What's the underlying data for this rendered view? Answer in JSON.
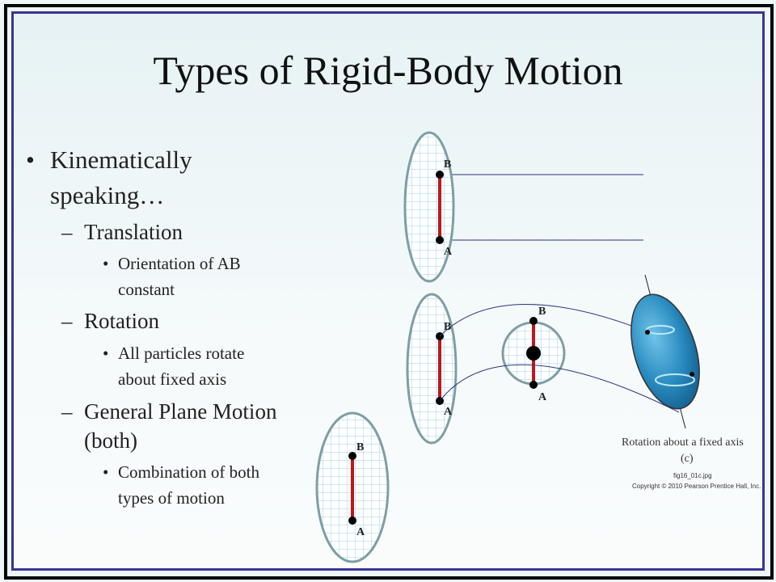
{
  "title": "Types of Rigid-Body Motion",
  "bullets": {
    "main": [
      "Kinematically",
      "speaking…"
    ],
    "translation": "Translation",
    "translation_sub": [
      "Orientation of AB",
      "constant"
    ],
    "rotation": "Rotation",
    "rotation_sub": [
      "All particles rotate",
      "about fixed axis"
    ],
    "general": [
      "General Plane Motion",
      "(both)"
    ],
    "general_sub": [
      "Combination of both",
      "types of motion"
    ]
  },
  "figure": {
    "label_a": "A",
    "label_b": "B",
    "caption": "Rotation about a fixed axis",
    "sub": "(c)",
    "file": "fig16_01c.jpg",
    "copyright": "Copyright © 2010 Pearson Prentice Hall, Inc."
  },
  "colors": {
    "rod": "#c0171c",
    "ellipse": "#7d9ea5",
    "grid": "#9fd0e8",
    "blue_body": "#2a8bc0",
    "border_blue": "#3a3592"
  }
}
